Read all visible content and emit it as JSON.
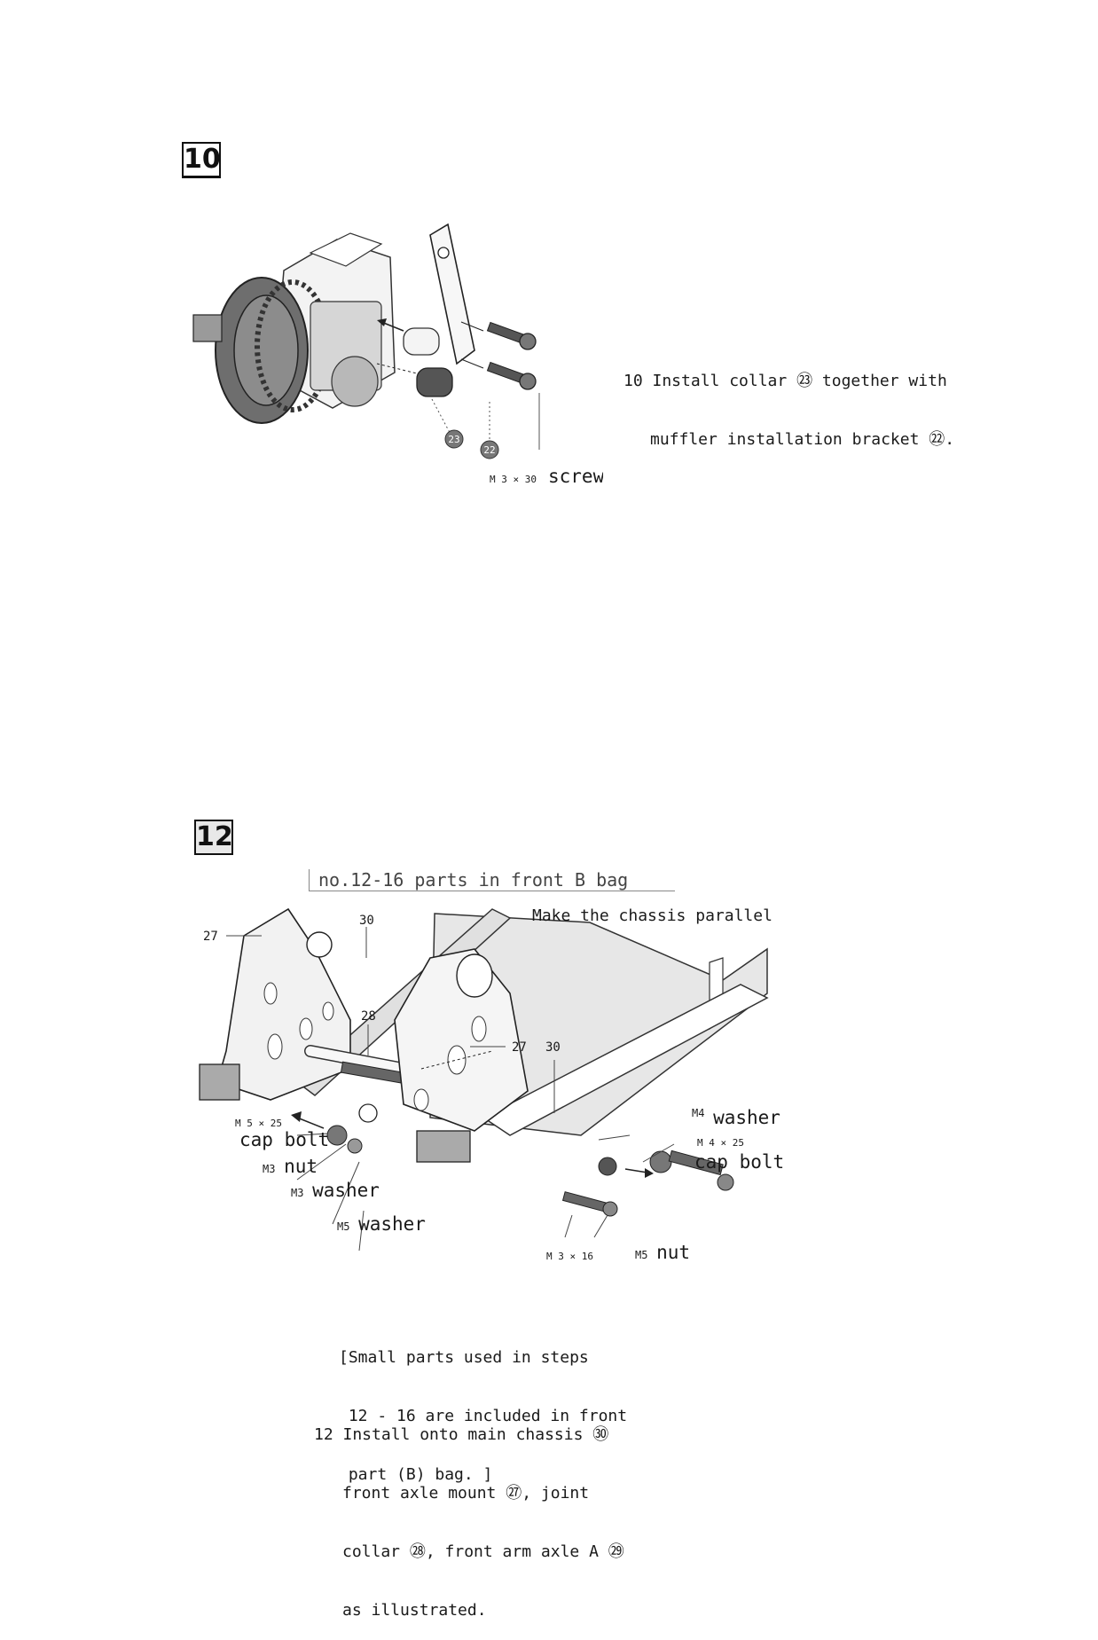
{
  "step10": {
    "badge": "10",
    "instruction_line1": "10 Install collar ㉓ together with",
    "instruction_line2": "muffler installation bracket ㉒.",
    "part_23": "23",
    "part_22": "22",
    "screw_size": "M 3 × 30",
    "screw_word": "screw"
  },
  "step12": {
    "badge": "12",
    "bag_note": "no.12-16 parts in front B bag",
    "parallel_note": "Make the chassis parallel",
    "labels": {
      "p30_top": "30",
      "p27_left": "27",
      "p28": "28",
      "p27_right": "27",
      "p30_right": "30",
      "m5x25": "M 5 × 25",
      "cap_bolt_left": "cap bolt",
      "m3_nut_prefix": "M3",
      "m3_nut": "nut",
      "m3_washer_prefix": "M3",
      "m3_washer": "washer",
      "m5_washer_prefix": "M5",
      "m5_washer": "washer",
      "m4_prefix": "M4",
      "m4_washer": "washer",
      "m4x25": "M 4 × 25",
      "cap_bolt_right": "cap bolt",
      "m3x16": "M 3 × 16",
      "m5_nut_prefix": "M5",
      "m5_nut": "nut"
    },
    "small_parts_line1": "[Small parts used in steps",
    "small_parts_line2": " 12 - 16 are included in front",
    "small_parts_line3": " part (B) bag. ]",
    "instruction_line1": "12 Install onto main chassis ㉚",
    "instruction_line2": "front axle mount ㉗, joint",
    "instruction_line3": "collar ㉘, front arm axle A ㉙",
    "instruction_line4": "as illustrated."
  }
}
